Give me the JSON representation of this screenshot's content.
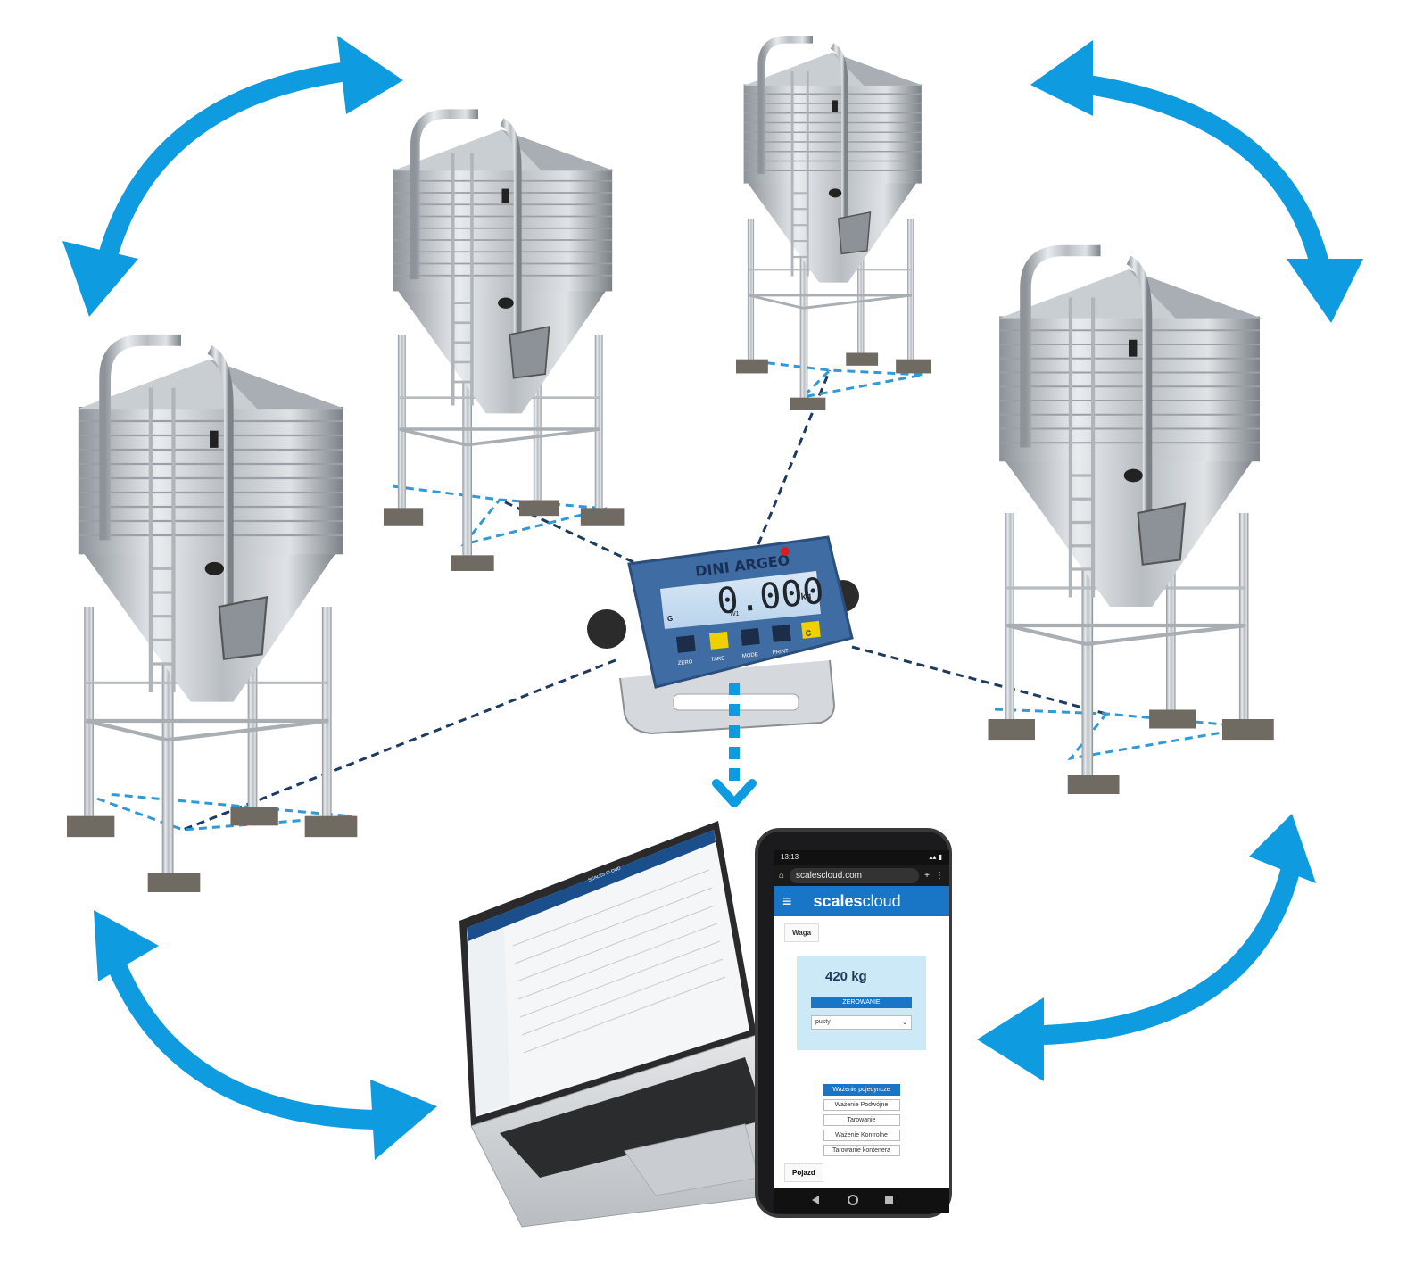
{
  "indicator": {
    "brand": "DINI ARGEO",
    "display_value": "0.000",
    "unit": "kg",
    "small_labels": [
      "G",
      "W1"
    ],
    "buttons": [
      "ZERO",
      "TARE",
      "MODE",
      "PRINT",
      "C"
    ]
  },
  "laptop": {
    "app_title": "SCALES CLOUD"
  },
  "phone": {
    "status_time": "13:13",
    "url": "scalescloud.com",
    "brand_bold": "scales",
    "brand_regular": "cloud",
    "card_title": "Waga",
    "weight_value": "420 kg",
    "zero_button": "ZEROWANIE",
    "select_value": "pusty",
    "modes": [
      "Ważenie pojedyncze",
      "Ważenie Podwójne",
      "Tarowanie",
      "Ważenie Kontrolne",
      "Tarowanie kontenera"
    ],
    "second_card_title": "Pojazd"
  },
  "colors": {
    "arrow_blue": "#0f9be0",
    "dash_dark": "#1d3a5f",
    "dash_light": "#2f9ad6",
    "indicator_blue": "#3f6da3",
    "app_blue": "#1976c6"
  }
}
